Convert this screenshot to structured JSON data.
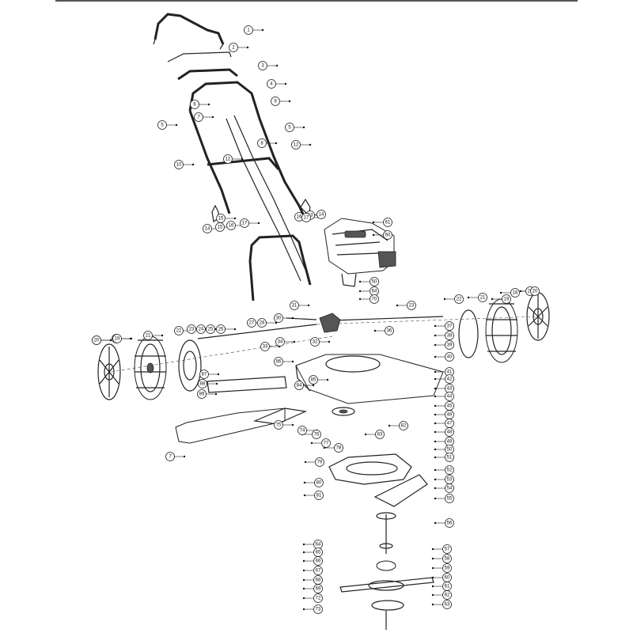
{
  "callouts": [
    {
      "n": "1"
    },
    {
      "n": "2"
    },
    {
      "n": "3"
    },
    {
      "n": "4"
    },
    {
      "n": "9"
    },
    {
      "n": "6"
    },
    {
      "n": "5"
    },
    {
      "n": "7"
    },
    {
      "n": "5"
    },
    {
      "n": "8"
    },
    {
      "n": "12"
    },
    {
      "n": "10"
    },
    {
      "n": "11"
    },
    {
      "n": "13"
    },
    {
      "n": "14"
    },
    {
      "n": "15"
    },
    {
      "n": "16"
    },
    {
      "n": "14"
    },
    {
      "n": "15"
    },
    {
      "n": "16"
    },
    {
      "n": "17"
    },
    {
      "n": "17"
    },
    {
      "n": "61"
    },
    {
      "n": "60"
    },
    {
      "n": "20"
    },
    {
      "n": "18"
    },
    {
      "n": "19"
    },
    {
      "n": "19"
    },
    {
      "n": "50"
    },
    {
      "n": "64"
    },
    {
      "n": "70"
    },
    {
      "n": "31"
    },
    {
      "n": "23"
    },
    {
      "n": "22"
    },
    {
      "n": "21"
    },
    {
      "n": "19"
    },
    {
      "n": "20"
    },
    {
      "n": "20"
    },
    {
      "n": "19"
    },
    {
      "n": "21"
    },
    {
      "n": "22"
    },
    {
      "n": "23"
    },
    {
      "n": "24"
    },
    {
      "n": "25"
    },
    {
      "n": "26"
    },
    {
      "n": "27"
    },
    {
      "n": "28"
    },
    {
      "n": "30"
    },
    {
      "n": "32"
    },
    {
      "n": "33"
    },
    {
      "n": "34"
    },
    {
      "n": "36"
    },
    {
      "n": "37"
    },
    {
      "n": "38"
    },
    {
      "n": "39"
    },
    {
      "n": "40"
    },
    {
      "n": "41"
    },
    {
      "n": "42"
    },
    {
      "n": "43"
    },
    {
      "n": "44"
    },
    {
      "n": "45"
    },
    {
      "n": "46"
    },
    {
      "n": "47"
    },
    {
      "n": "48"
    },
    {
      "n": "49"
    },
    {
      "n": "50"
    },
    {
      "n": "51"
    },
    {
      "n": "52"
    },
    {
      "n": "53"
    },
    {
      "n": "54"
    },
    {
      "n": "55"
    },
    {
      "n": "56"
    },
    {
      "n": "57"
    },
    {
      "n": "58"
    },
    {
      "n": "59"
    },
    {
      "n": "60"
    },
    {
      "n": "61"
    },
    {
      "n": "62"
    },
    {
      "n": "63"
    },
    {
      "n": "64"
    },
    {
      "n": "65"
    },
    {
      "n": "66"
    },
    {
      "n": "67"
    },
    {
      "n": "68"
    },
    {
      "n": "69"
    },
    {
      "n": "72"
    },
    {
      "n": "73"
    },
    {
      "n": "74"
    },
    {
      "n": "75"
    },
    {
      "n": "76"
    },
    {
      "n": "77"
    },
    {
      "n": "78"
    },
    {
      "n": "79"
    },
    {
      "n": "80"
    },
    {
      "n": "81"
    },
    {
      "n": "82"
    },
    {
      "n": "83"
    },
    {
      "n": "84"
    },
    {
      "n": "85"
    },
    {
      "n": "86"
    },
    {
      "n": "87"
    },
    {
      "n": "88"
    },
    {
      "n": "89"
    },
    {
      "n": "7"
    }
  ]
}
